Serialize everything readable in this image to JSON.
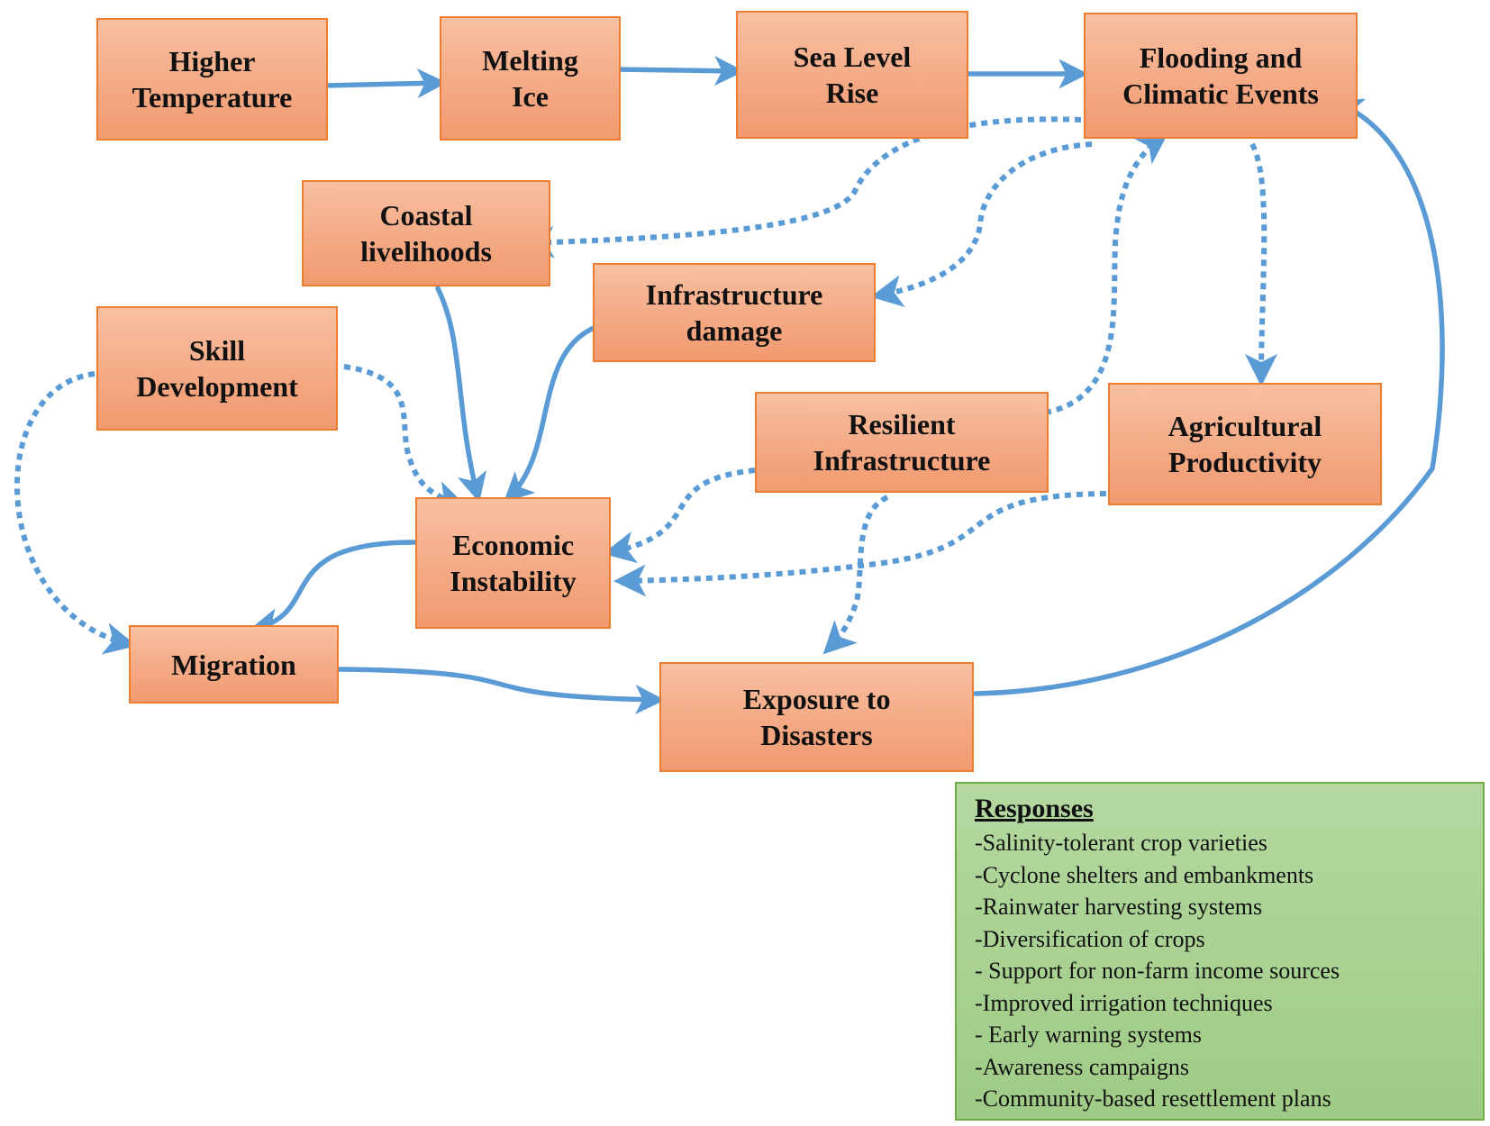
{
  "nodes": {
    "higher_temperature": "Higher\nTemperature",
    "melting_ice": "Melting\nIce",
    "sea_level_rise": "Sea Level\nRise",
    "flooding": "Flooding and\nClimatic Events",
    "coastal_livelihoods": "Coastal\nlivelihoods",
    "infrastructure_damage": "Infrastructure\ndamage",
    "skill_development": "Skill\nDevelopment",
    "resilient_infrastructure": "Resilient\nInfrastructure",
    "agricultural_productivity": "Agricultural\nProductivity",
    "economic_instability": "Economic\nInstability",
    "migration": "Migration",
    "exposure_to_disasters": "Exposure to\nDisasters"
  },
  "responses": {
    "title": "Responses",
    "items": [
      "-Salinity-tolerant crop varieties",
      "-Cyclone shelters and embankments",
      "-Rainwater harvesting systems",
      "-Diversification of crops",
      "- Support for non-farm income sources",
      "-Improved irrigation techniques",
      "- Early warning systems",
      "-Awareness campaigns",
      "-Community-based resettlement plans"
    ]
  },
  "colors": {
    "node_fill": "#f4aa85",
    "node_border": "#ed7d31",
    "arrow": "#5b9bd5",
    "responses_fill": "#a9d18e",
    "responses_border": "#70ad47"
  }
}
